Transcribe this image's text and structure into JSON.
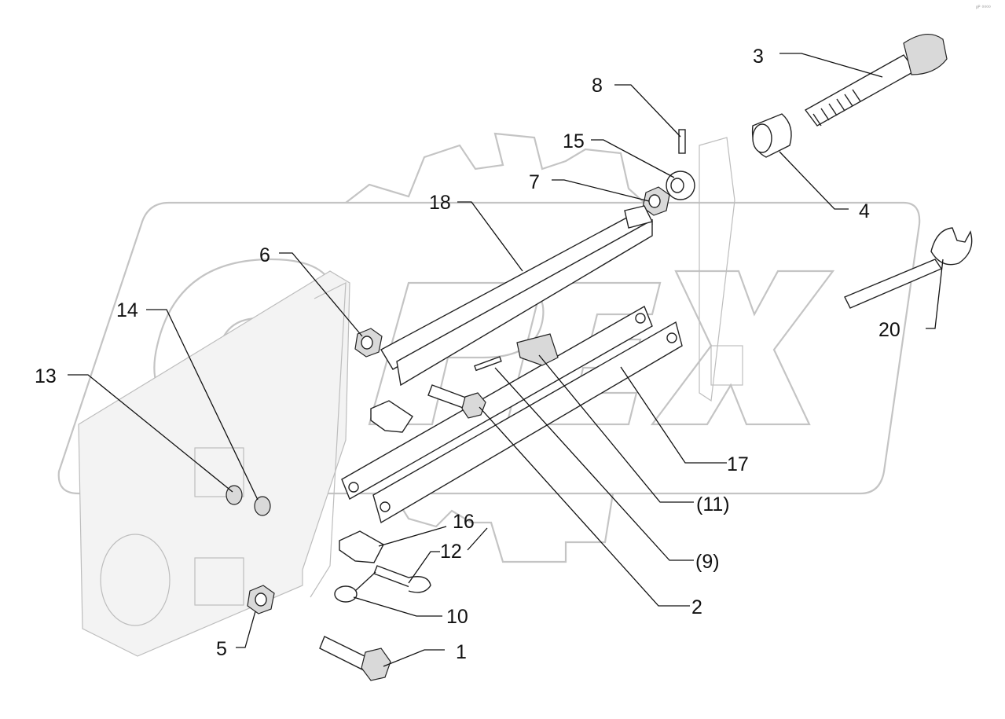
{
  "diagram": {
    "type": "exploded-parts-view",
    "corner_mark": "ᵖᴾ ⁰⁰⁰⁰",
    "watermark_text": "OPEX",
    "callouts": [
      {
        "id": "c1",
        "label": "1"
      },
      {
        "id": "c2",
        "label": "2"
      },
      {
        "id": "c3",
        "label": "3"
      },
      {
        "id": "c4",
        "label": "4"
      },
      {
        "id": "c5",
        "label": "5"
      },
      {
        "id": "c6",
        "label": "6"
      },
      {
        "id": "c7",
        "label": "7"
      },
      {
        "id": "c8",
        "label": "8"
      },
      {
        "id": "c9",
        "label": "(9)"
      },
      {
        "id": "c10",
        "label": "10"
      },
      {
        "id": "c11",
        "label": "(11)"
      },
      {
        "id": "c12",
        "label": "12"
      },
      {
        "id": "c13",
        "label": "13"
      },
      {
        "id": "c14",
        "label": "14"
      },
      {
        "id": "c15",
        "label": "15"
      },
      {
        "id": "c16",
        "label": "16"
      },
      {
        "id": "c17",
        "label": "17"
      },
      {
        "id": "c18",
        "label": "18"
      },
      {
        "id": "c20",
        "label": "20"
      }
    ],
    "colors": {
      "line": "#222222",
      "watermark": "#c4c4c4",
      "ghost": "#bdbdbd"
    }
  }
}
